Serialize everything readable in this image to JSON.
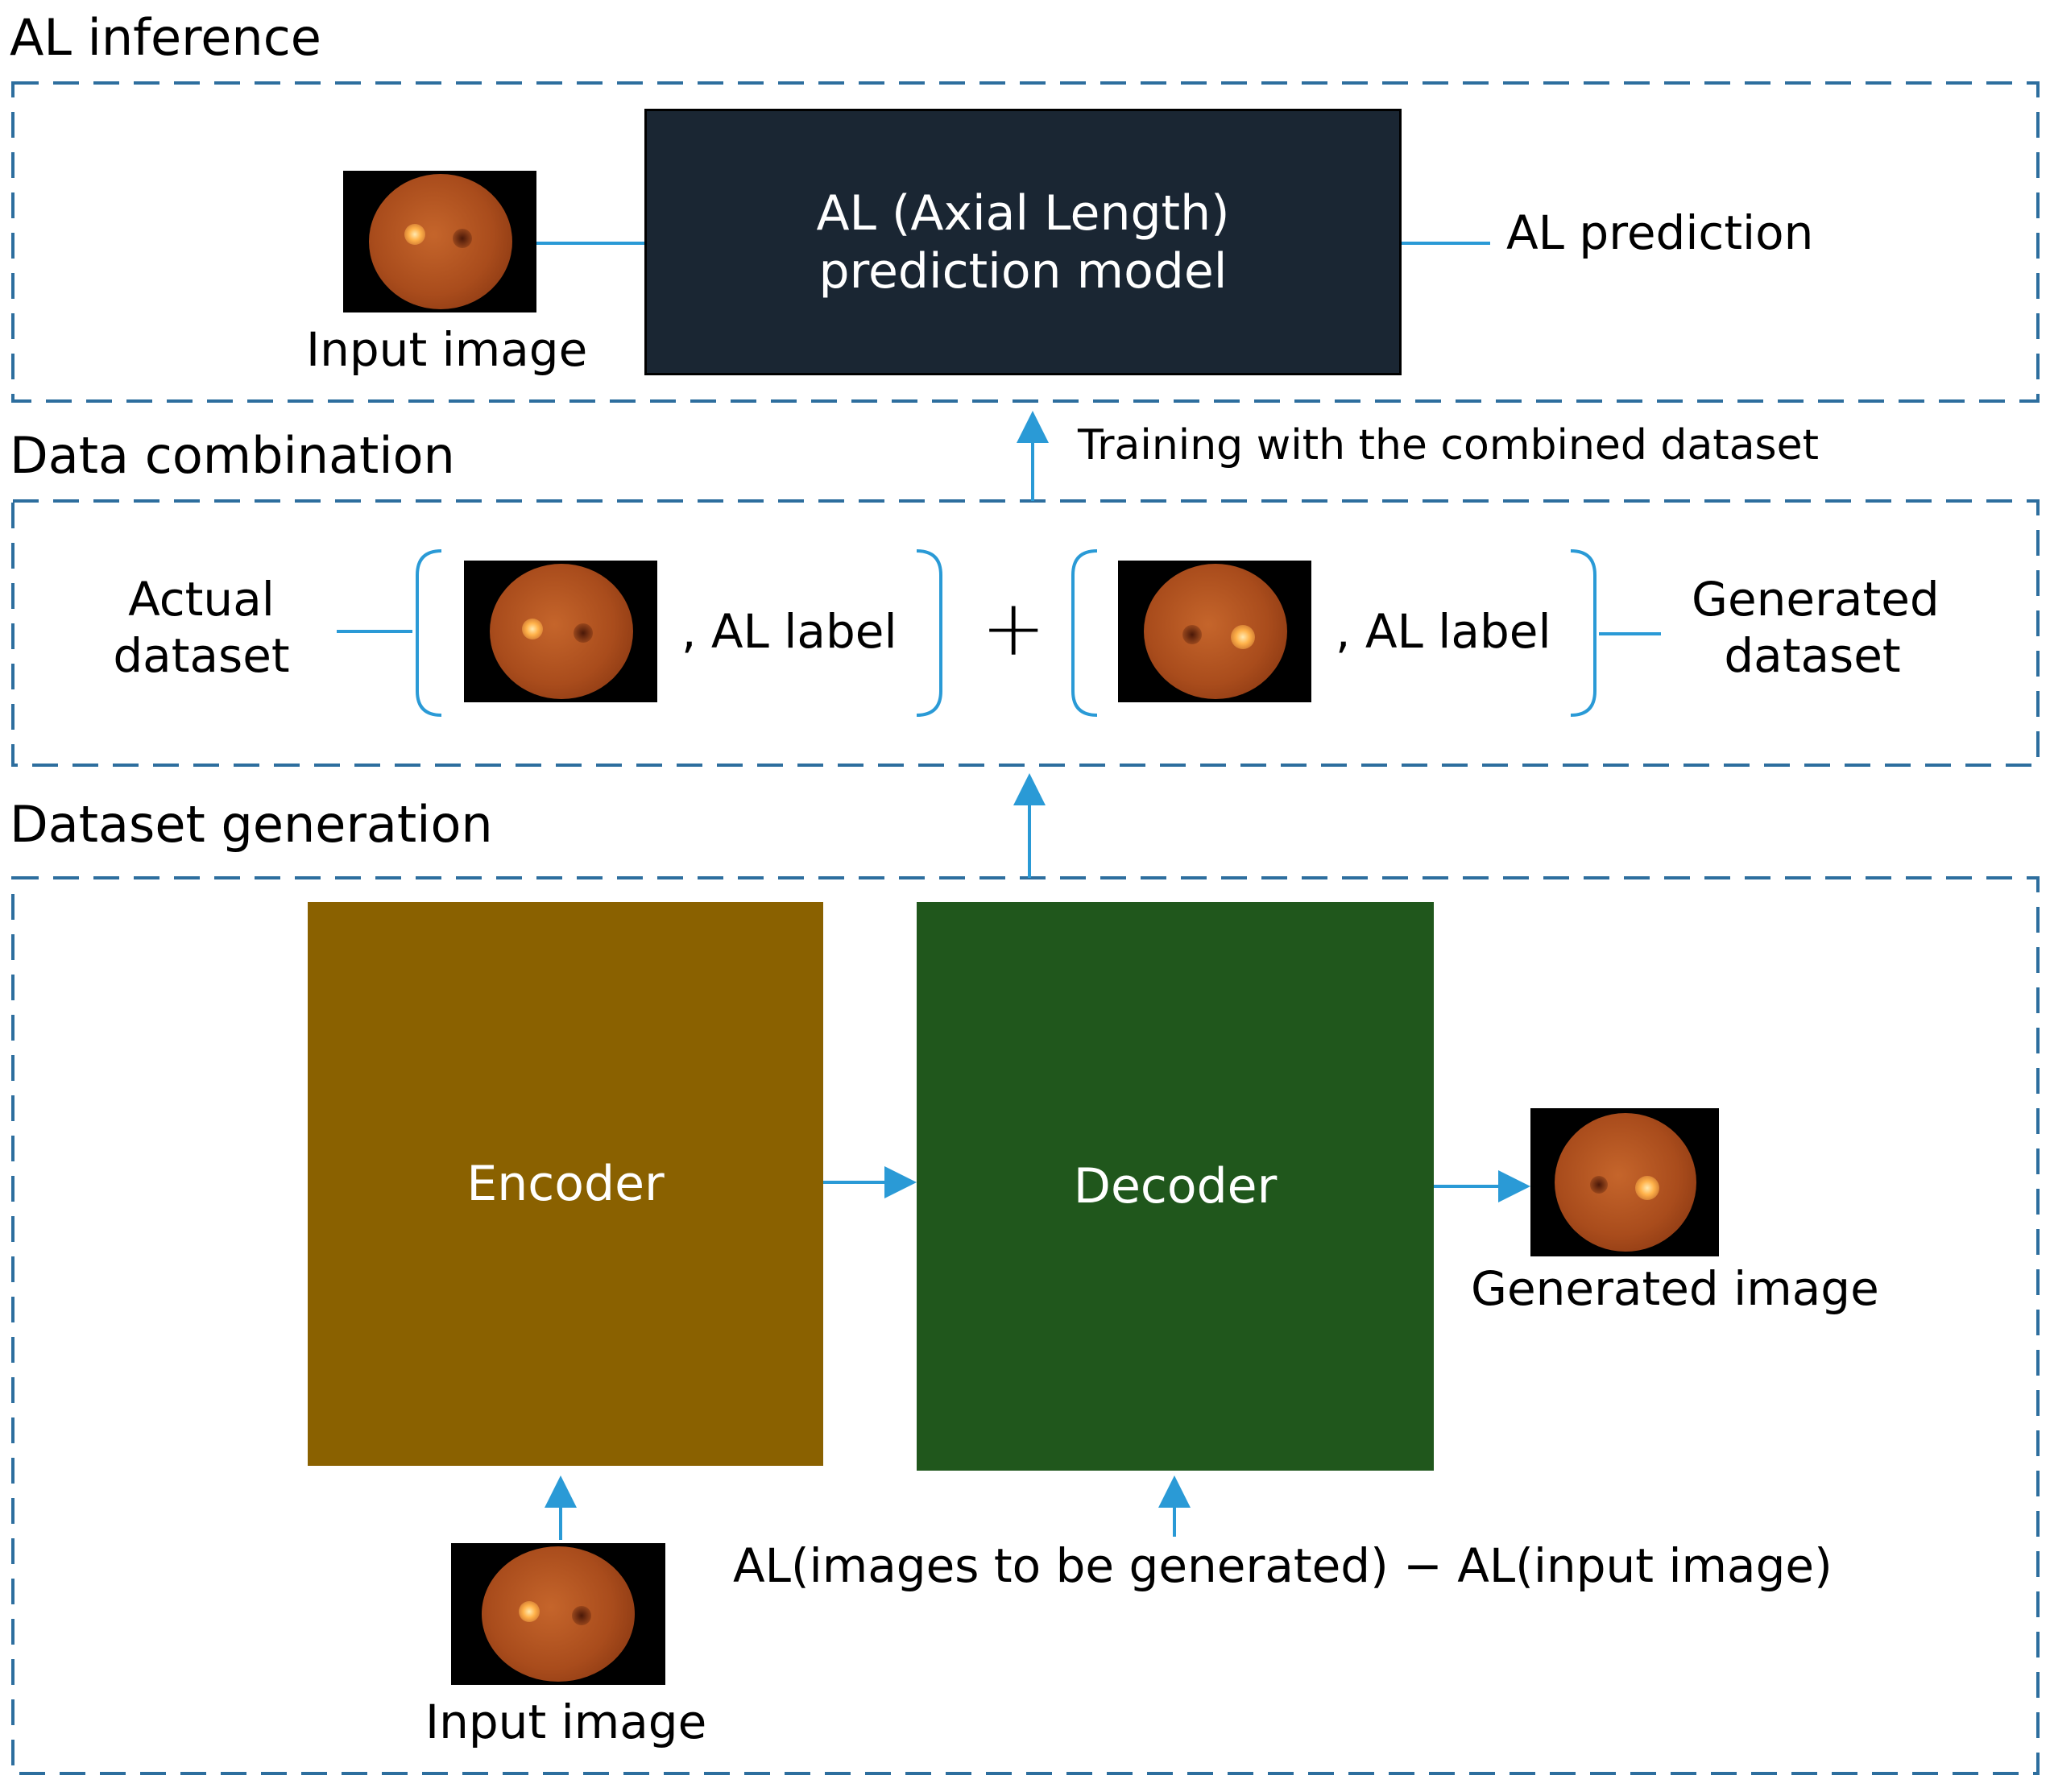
{
  "sections": {
    "inference": {
      "title": "AL inference"
    },
    "combination": {
      "title": "Data combination"
    },
    "generation": {
      "title": "Dataset generation"
    }
  },
  "inference": {
    "input_label": "Input image",
    "model_line1": "AL (Axial Length)",
    "model_line2": "prediction model",
    "output_label": "AL prediction"
  },
  "training_label": "Training with the combined dataset",
  "combination": {
    "actual_line1": "Actual",
    "actual_line2": "dataset",
    "actual_pair_label": ", AL label",
    "plus": "+",
    "generated_pair_label": ", AL label",
    "generated_line1": "Generated",
    "generated_line2": "dataset"
  },
  "generation": {
    "encoder": "Encoder",
    "decoder": "Decoder",
    "generated_image_label": "Generated image",
    "condition_label": "AL(images to be generated) − AL(input image)",
    "input_label": "Input image"
  },
  "colors": {
    "wire": "#2a9ad6",
    "dash": "#2d6e9e",
    "model_block": "#1a2633",
    "encoder_block": "#8a6100",
    "decoder_block": "#20571c"
  }
}
